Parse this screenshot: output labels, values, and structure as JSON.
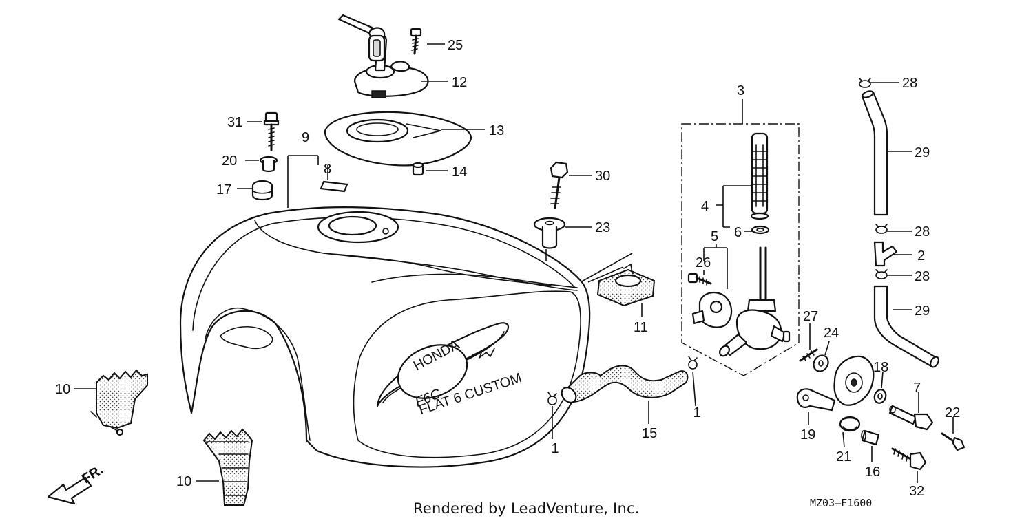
{
  "callouts": [
    "1",
    "1",
    "2",
    "3",
    "4",
    "5",
    "6",
    "7",
    "8",
    "9",
    "10",
    "10",
    "11",
    "12",
    "13",
    "14",
    "15",
    "16",
    "17",
    "18",
    "19",
    "20",
    "21",
    "22",
    "23",
    "24",
    "25",
    "26",
    "27",
    "28",
    "28",
    "28",
    "29",
    "29",
    "30",
    "31",
    "32"
  ],
  "tank_emblem": {
    "brand": "HONDA",
    "model": "F6C",
    "subtitle": "FLAT 6 CUSTOM"
  },
  "direction_arrow": "FR.",
  "footer": {
    "credit": "Rendered by LeadVenture, Inc.",
    "diagram_code": "MZ03–F1600"
  }
}
